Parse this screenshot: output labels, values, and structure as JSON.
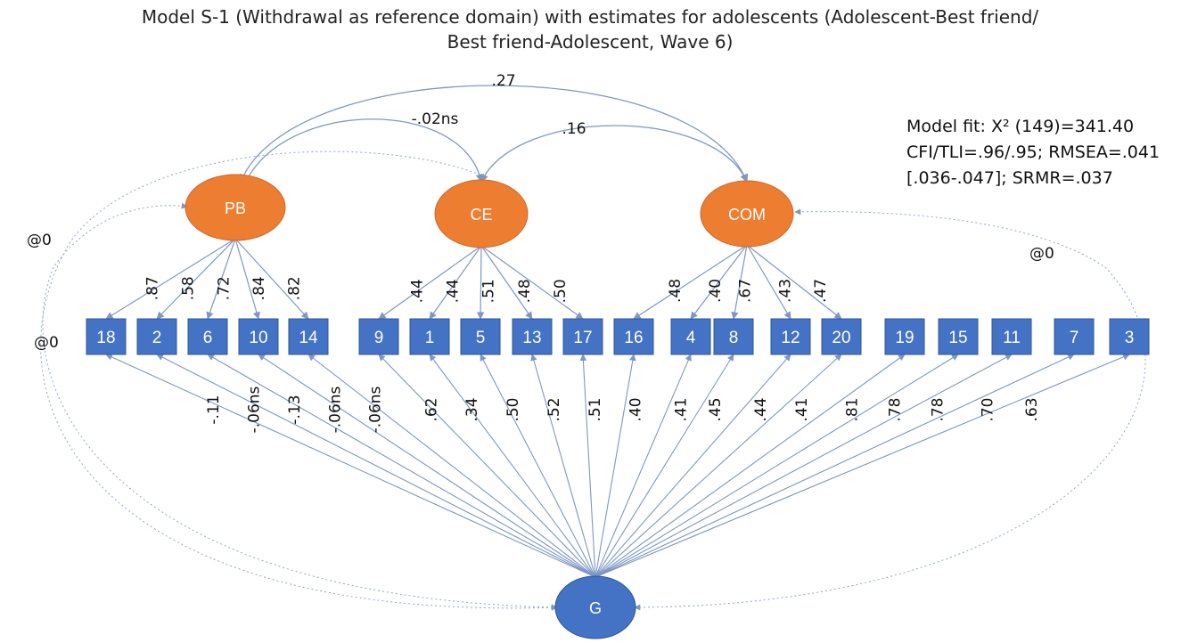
{
  "title": {
    "line1": "Model S-1 (Withdrawal as reference domain) with estimates for adolescents (Adolescent-Best friend/",
    "line2": "Best friend-Adolescent, Wave 6)"
  },
  "model_fit": {
    "line1": "Model fit: X² (149)=341.40",
    "line2": "CFI/TLI=.96/.95; RMSEA=.041",
    "line3": "[.036-.047]; SRMR=.037"
  },
  "colors": {
    "specific_factor": "#ED7D31",
    "general_factor": "#4472C4",
    "indicator": "#4472C4",
    "arrow": "#7F96C4"
  },
  "factors": {
    "PB": "PB",
    "CE": "CE",
    "COM": "COM",
    "G": "G"
  },
  "indicators": [
    "18",
    "2",
    "6",
    "10",
    "14",
    "9",
    "1",
    "5",
    "13",
    "17",
    "16",
    "4",
    "8",
    "12",
    "20",
    "19",
    "15",
    "11",
    "7",
    "3"
  ],
  "specific_loadings": {
    "PB": [
      ".87",
      ".58",
      ".72",
      ".84",
      ".82"
    ],
    "CE": [
      ".44",
      ".44",
      ".51",
      ".48",
      ".50"
    ],
    "COM": [
      ".48",
      ".40",
      ".67",
      ".43",
      ".47"
    ]
  },
  "general_loadings": [
    "-.11",
    "-.06ns",
    "-.13",
    "-.06ns",
    "-.06ns",
    ".62",
    ".34",
    ".50",
    ".52",
    ".51",
    ".40",
    ".41",
    ".45",
    ".44",
    ".41",
    ".81",
    ".78",
    ".78",
    ".70",
    ".63"
  ],
  "correlations": {
    "PB_COM": ".27",
    "PB_CE": "-.02ns",
    "CE_COM": ".16"
  },
  "constraints": {
    "left_outer": "@0",
    "left_row": "@0",
    "right": "@0"
  }
}
